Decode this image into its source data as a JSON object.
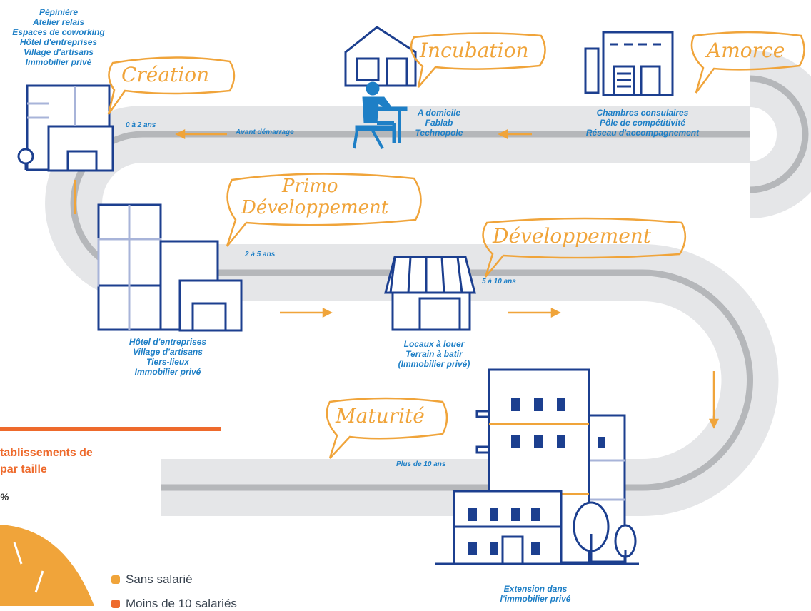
{
  "phases": {
    "creation": "Création",
    "incubation": "Incubation",
    "amorce": "Amorce",
    "primo_line1": "Primo",
    "primo_line2": "Développement",
    "developpement": "Développement",
    "maturite": "Maturité"
  },
  "durations": {
    "creation": "0 à 2 ans",
    "avant": "Avant démarrage",
    "primo": "2 à 5 ans",
    "developpement": "5 à 10 ans",
    "maturite": "Plus de 10 ans"
  },
  "creation_list": [
    "Pépinière",
    "Atelier relais",
    "Espaces de coworking",
    "Hôtel d'entreprises",
    "Village d'artisans",
    "Immobilier privé"
  ],
  "incubation_list": [
    "A domicile",
    "Fablab",
    "Technopole"
  ],
  "amorce_list": [
    "Chambres consulaires",
    "Pôle de compétitivité",
    "Réseau d'accompagnement"
  ],
  "primo_list": [
    "Hôtel d'entreprises",
    "Village d'artisans",
    "Tiers-lieux",
    "Immobilier privé"
  ],
  "dev_list": [
    "Locaux à louer",
    "Terrain à batir",
    "(Immobilier privé)"
  ],
  "maturite_list": [
    "Extension dans",
    "l'immobilier privé"
  ],
  "sidebar": {
    "title_line1": "tablissements de",
    "title_line2": "par taille",
    "percent": "%",
    "legend": [
      "Sans salarié",
      "Moins de 10 salariés"
    ]
  },
  "colors": {
    "accent": "#f0a43a",
    "blue": "#1e7fc6",
    "navy": "#1c3f8f",
    "road": "#e5e6e8",
    "road_line": "#b5b7ba",
    "orange": "#ee6a2c"
  }
}
